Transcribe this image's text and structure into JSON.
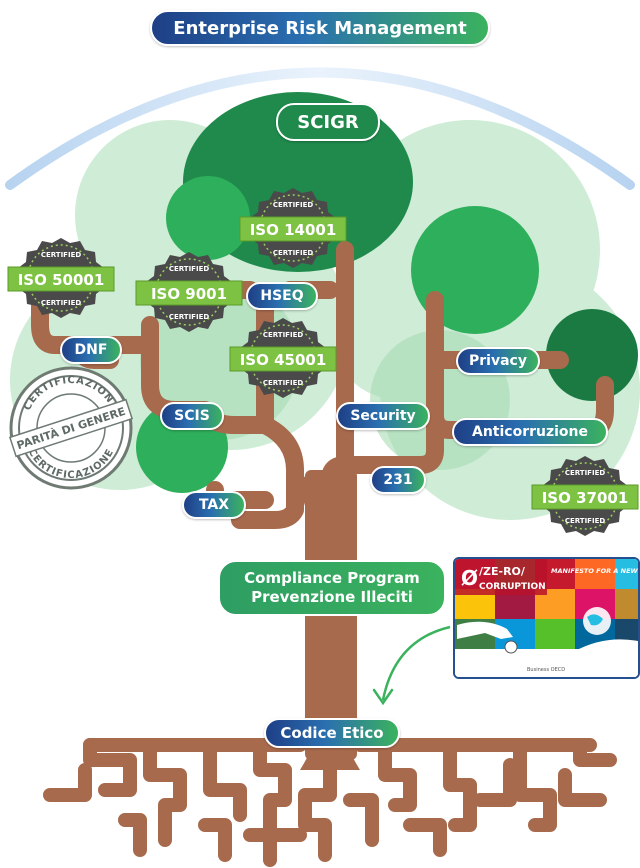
{
  "header": {
    "title": "Enterprise Risk Management"
  },
  "crown": {
    "title": "SCIGR"
  },
  "labels": {
    "hseq": "HSEQ",
    "dnf": "DNF",
    "privacy": "Privacy",
    "scis": "SCIS",
    "security": "Security",
    "anticorruzione": "Anticorruzione",
    "n231": "231",
    "tax": "TAX"
  },
  "badges": {
    "iso14001": {
      "top": "CERTIFIED",
      "main": "ISO 14001",
      "bottom": "CERTIFIED"
    },
    "iso50001": {
      "top": "CERTIFIED",
      "main": "ISO 50001",
      "bottom": "CERTIFIED"
    },
    "iso9001": {
      "top": "CERTIFIED",
      "main": "ISO 9001",
      "bottom": "CERTIFIED"
    },
    "iso45001": {
      "top": "CERTIFIED",
      "main": "ISO 45001",
      "bottom": "CERTIFIED"
    },
    "iso37001": {
      "top": "CERTIFIED",
      "main": "ISO 37001",
      "bottom": "CERTIFIED"
    }
  },
  "gender_stamp": {
    "ring_top": "CERTIFICAZIONE",
    "center": "PARITÀ DI GENERE",
    "ring_bottom": "CERTIFICAZIONE"
  },
  "compliance": {
    "line1": "Compliance Program",
    "line2": "Prevenzione Illeciti"
  },
  "root": {
    "label": "Codice Etico"
  },
  "manifesto": {
    "zero": "Ø",
    "headline1": "/ZE-RO/",
    "headline2": "CORRUPTION",
    "title": "MANIFESTO FOR A NEW SO",
    "footer": "Business OECD"
  },
  "colors": {
    "trunk": "#a86a4c",
    "canopy_dark": "#1f8a4c",
    "canopy_mid": "#2eaf5b",
    "canopy_light": "#bfe6c8",
    "arc": "#d8e8f8",
    "badge_green": "#7ec243",
    "badge_dark": "#4a4a4a",
    "pill_blue": "#1e3f86",
    "pill_green": "#3bb25e"
  }
}
